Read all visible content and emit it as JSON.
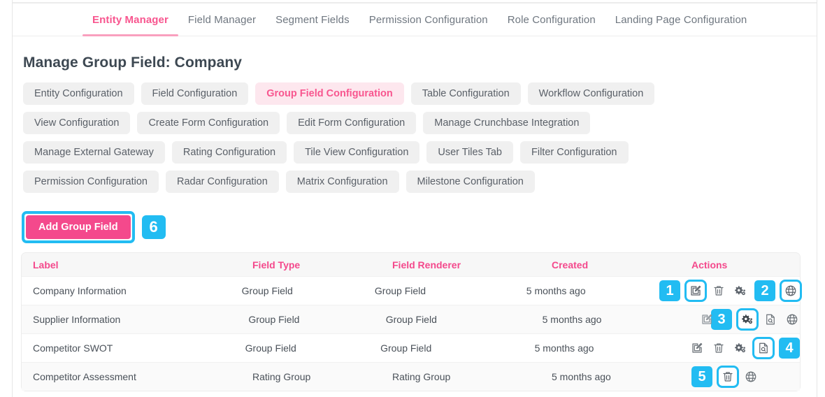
{
  "nav": {
    "tabs": [
      {
        "label": "Entity Manager",
        "active": true
      },
      {
        "label": "Field Manager",
        "active": false
      },
      {
        "label": "Segment Fields",
        "active": false
      },
      {
        "label": "Permission Configuration",
        "active": false
      },
      {
        "label": "Role Configuration",
        "active": false
      },
      {
        "label": "Landing Page Configuration",
        "active": false
      }
    ]
  },
  "page": {
    "title": "Manage Group Field: Company"
  },
  "chips": {
    "row1": [
      {
        "label": "Entity Configuration",
        "active": false
      },
      {
        "label": "Field Configuration",
        "active": false
      },
      {
        "label": "Group Field Configuration",
        "active": true
      },
      {
        "label": "Table Configuration",
        "active": false
      },
      {
        "label": "Workflow Configuration",
        "active": false
      }
    ],
    "row2": [
      {
        "label": "View Configuration",
        "active": false
      },
      {
        "label": "Create Form Configuration",
        "active": false
      },
      {
        "label": "Edit Form Configuration",
        "active": false
      },
      {
        "label": "Manage Crunchbase Integration",
        "active": false
      }
    ],
    "row3": [
      {
        "label": "Manage External Gateway",
        "active": false
      },
      {
        "label": "Rating Configuration",
        "active": false
      },
      {
        "label": "Tile View Configuration",
        "active": false
      },
      {
        "label": "User Tiles Tab",
        "active": false
      },
      {
        "label": "Filter Configuration",
        "active": false
      }
    ],
    "row4": [
      {
        "label": "Permission Configuration",
        "active": false
      },
      {
        "label": "Radar Configuration",
        "active": false
      },
      {
        "label": "Matrix Configuration",
        "active": false
      },
      {
        "label": "Milestone Configuration",
        "active": false
      }
    ]
  },
  "toolbar": {
    "add_group_field_label": "Add Group Field",
    "add_group_field_badge": "6"
  },
  "table": {
    "headers": {
      "label": "Label",
      "field_type": "Field Type",
      "field_renderer": "Field Renderer",
      "created": "Created",
      "actions": "Actions"
    },
    "rows": [
      {
        "label": "Company Information",
        "field_type": "Group Field",
        "field_renderer": "Group Field",
        "created": "5 months ago",
        "badge_left": "1",
        "badge_mid": "2"
      },
      {
        "label": "Supplier Information",
        "field_type": "Group Field",
        "field_renderer": "Group Field",
        "created": "5 months ago",
        "badge_left": "3"
      },
      {
        "label": "Competitor SWOT",
        "field_type": "Group Field",
        "field_renderer": "Group Field",
        "created": "5 months ago",
        "badge_right": "4"
      },
      {
        "label": "Competitor Assessment",
        "field_type": "Rating Group",
        "field_renderer": "Rating Group",
        "created": "5 months ago",
        "badge_left": "5"
      }
    ],
    "action_icons": [
      "edit-icon",
      "trash-icon",
      "gears-icon",
      "document-search-icon",
      "globe-icon"
    ]
  },
  "colors": {
    "accent_pink": "#f4498c",
    "tab_pink": "#f8568f",
    "highlight_cyan": "#22bcf2",
    "chip_grey": "#f0f0f0",
    "chip_active_bg": "#fde7ee"
  }
}
